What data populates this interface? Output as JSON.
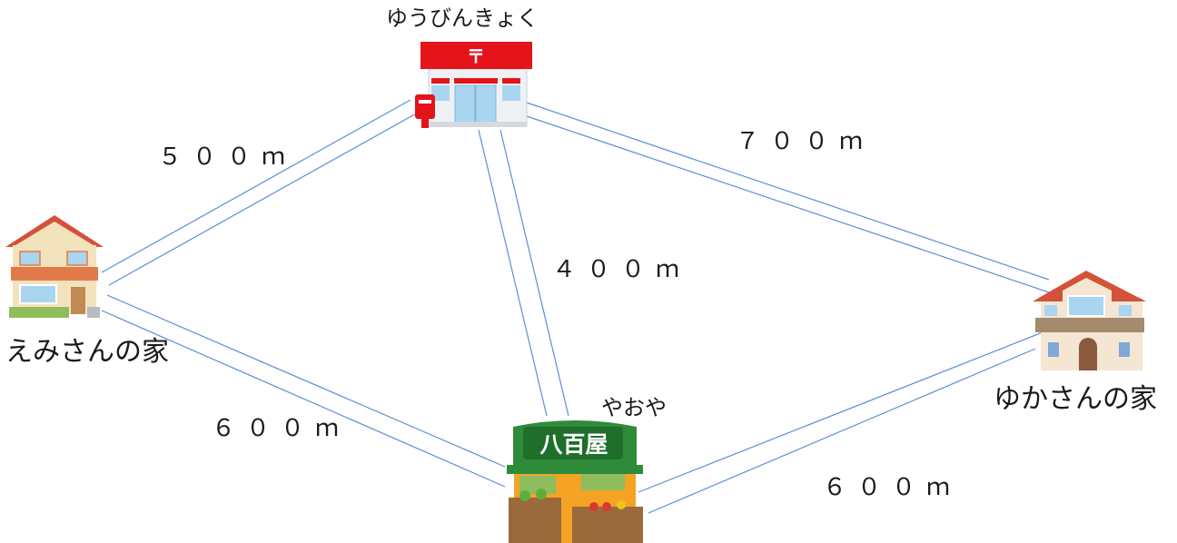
{
  "places": {
    "post_office": {
      "label": "ゆうびんきょく",
      "sign": "〒"
    },
    "emi_house": {
      "label": "えみさんの家"
    },
    "yuka_house": {
      "label": "ゆかさんの家"
    },
    "yaoya": {
      "label": "やおや",
      "sign": "八百屋"
    }
  },
  "roads": {
    "emi_to_post": "５００ｍ",
    "post_to_yuka": "７００ｍ",
    "post_to_yaoya": "４００ｍ",
    "emi_to_yaoya": "６００ｍ",
    "yaoya_to_yuka": "６００ｍ"
  },
  "colors": {
    "road_line": "#5b8fd6",
    "post_red": "#e4141b",
    "roof_red": "#d4513a",
    "awning_green": "#2e8b3a"
  }
}
